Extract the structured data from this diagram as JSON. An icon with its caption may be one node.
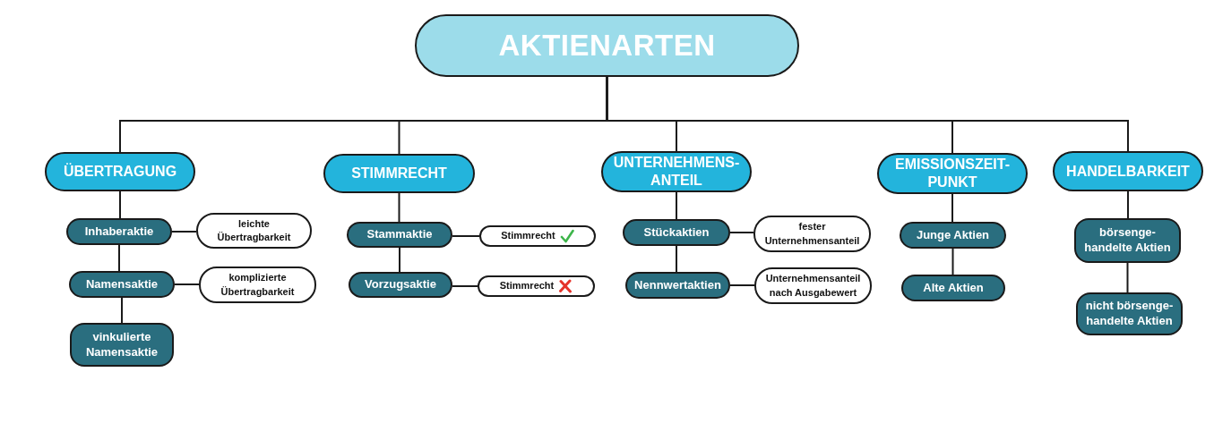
{
  "diagram": {
    "nodes": [
      {
        "text": [
          "AKTIENARTEN"
        ]
      },
      {
        "text": [
          "ÜBERTRAGUNG"
        ]
      },
      {
        "text": [
          "Inhaberaktie"
        ]
      },
      {
        "text": [
          "leichte Übertragbarkeit"
        ]
      },
      {
        "text": [
          "Namensaktie"
        ]
      },
      {
        "text": [
          "komplizierte Übertragbarkeit"
        ]
      },
      {
        "text": [
          "vinkulierte Namensaktie"
        ]
      },
      {
        "text": [
          "STIMMRECHT"
        ]
      },
      {
        "text": [
          "Stammaktie"
        ]
      },
      {
        "text": [
          "Stimmrecht"
        ]
      },
      {
        "text": [
          "Vorzugsaktie"
        ]
      },
      {
        "text": [
          "Stimmrecht"
        ]
      },
      {
        "text": [
          "UNTERNEHMENS-ANTEIL"
        ]
      },
      {
        "text": [
          "Stückaktien"
        ]
      },
      {
        "text": [
          "fester Unternehmensanteil"
        ]
      },
      {
        "text": [
          "Nennwertaktien"
        ]
      },
      {
        "text": [
          "Unternehmensanteil nach Ausgabewert"
        ]
      },
      {
        "text": [
          "EMISSIONSZEIT-PUNKT"
        ]
      },
      {
        "text": [
          "Junge Aktien"
        ]
      },
      {
        "text": [
          "Alte Aktien"
        ]
      },
      {
        "text": [
          "HANDELBARKEIT"
        ]
      },
      {
        "text": [
          "börsenge-handelte Aktien"
        ]
      },
      {
        "text": [
          "nicht börsenge-handelte Aktien"
        ]
      }
    ],
    "edges": [
      {
        "from": 0,
        "to": 1,
        "arrow": "none"
      },
      {
        "from": 0,
        "to": 7,
        "arrow": "none"
      },
      {
        "from": 0,
        "to": 12,
        "arrow": "none"
      },
      {
        "from": 0,
        "to": 17,
        "arrow": "none"
      },
      {
        "from": 0,
        "to": 20,
        "arrow": "none"
      },
      {
        "from": 1,
        "to": 2,
        "arrow": "none"
      },
      {
        "from": 2,
        "to": 3,
        "arrow": "none"
      },
      {
        "from": 2,
        "to": 4,
        "arrow": "none"
      },
      {
        "from": 4,
        "to": 5,
        "arrow": "none"
      },
      {
        "from": 4,
        "to": 6,
        "arrow": "none"
      },
      {
        "from": 7,
        "to": 8,
        "arrow": "none"
      },
      {
        "from": 8,
        "to": 9,
        "arrow": "none"
      },
      {
        "from": 8,
        "to": 10,
        "arrow": "none"
      },
      {
        "from": 10,
        "to": 11,
        "arrow": "none"
      },
      {
        "from": 12,
        "to": 13,
        "arrow": "none"
      },
      {
        "from": 13,
        "to": 14,
        "arrow": "none"
      },
      {
        "from": 13,
        "to": 15,
        "arrow": "none"
      },
      {
        "from": 15,
        "to": 16,
        "arrow": "none"
      },
      {
        "from": 17,
        "to": 18,
        "arrow": "none"
      },
      {
        "from": 18,
        "to": 19,
        "arrow": "none"
      },
      {
        "from": 20,
        "to": 21,
        "arrow": "none"
      },
      {
        "from": 21,
        "to": 22,
        "arrow": "none"
      }
    ]
  }
}
